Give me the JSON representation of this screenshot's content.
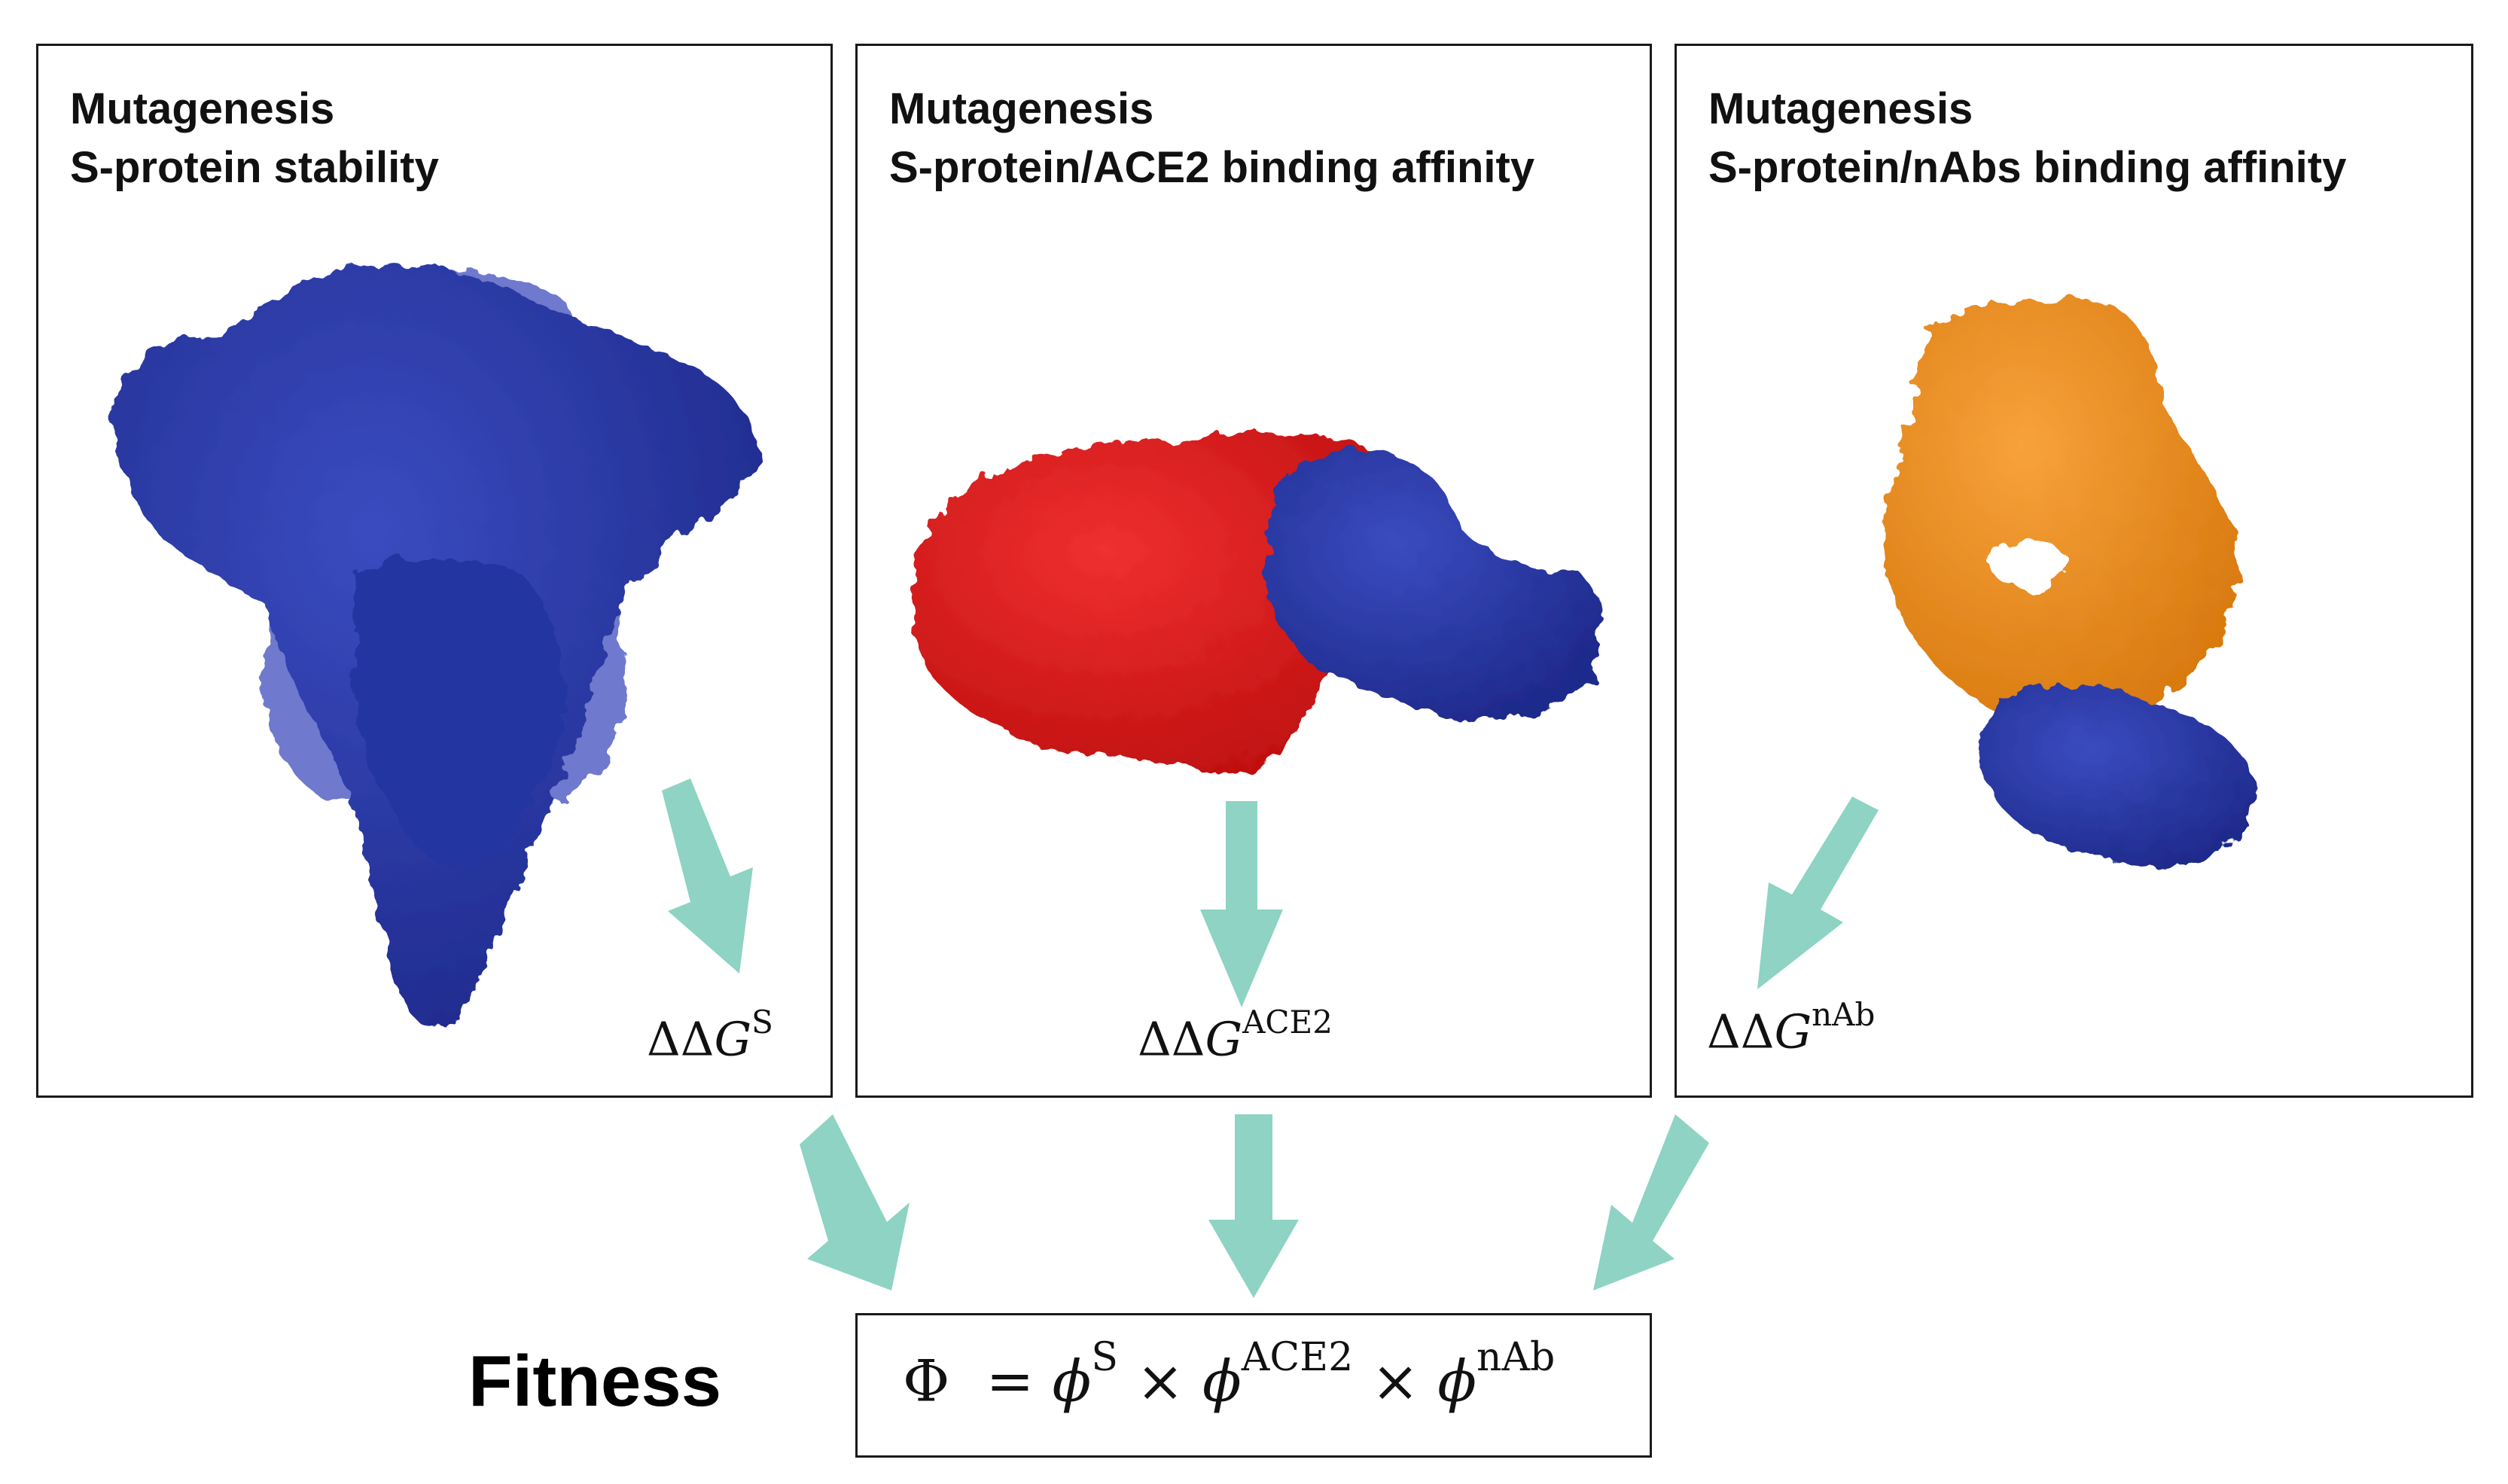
{
  "panels": [
    {
      "title_line1": "Mutagenesis",
      "title_line2": "S-protein stability",
      "delta": "ΔΔ",
      "g": "G",
      "sup": "S"
    },
    {
      "title_line1": "Mutagenesis",
      "title_line2": "S-protein/ACE2 binding affinity",
      "delta": "ΔΔ",
      "g": "G",
      "sup": "ACE2"
    },
    {
      "title_line1": "Mutagenesis",
      "title_line2": "S-protein/nAbs binding affinity",
      "delta": "ΔΔ",
      "g": "G",
      "sup": "nAb"
    }
  ],
  "fitness": {
    "label": "Fitness",
    "phi": "Φ",
    "equals": "=",
    "phi_small": "ϕ",
    "times": "×",
    "sup_s": "S",
    "sup_ace2": "ACE2",
    "sup_nab": "nAb"
  },
  "colors": {
    "arrow": "#8ed3c3",
    "spike_blue": "#2b3aa3",
    "ace2_red": "#e01e1e",
    "nab_orange": "#f0901f"
  }
}
